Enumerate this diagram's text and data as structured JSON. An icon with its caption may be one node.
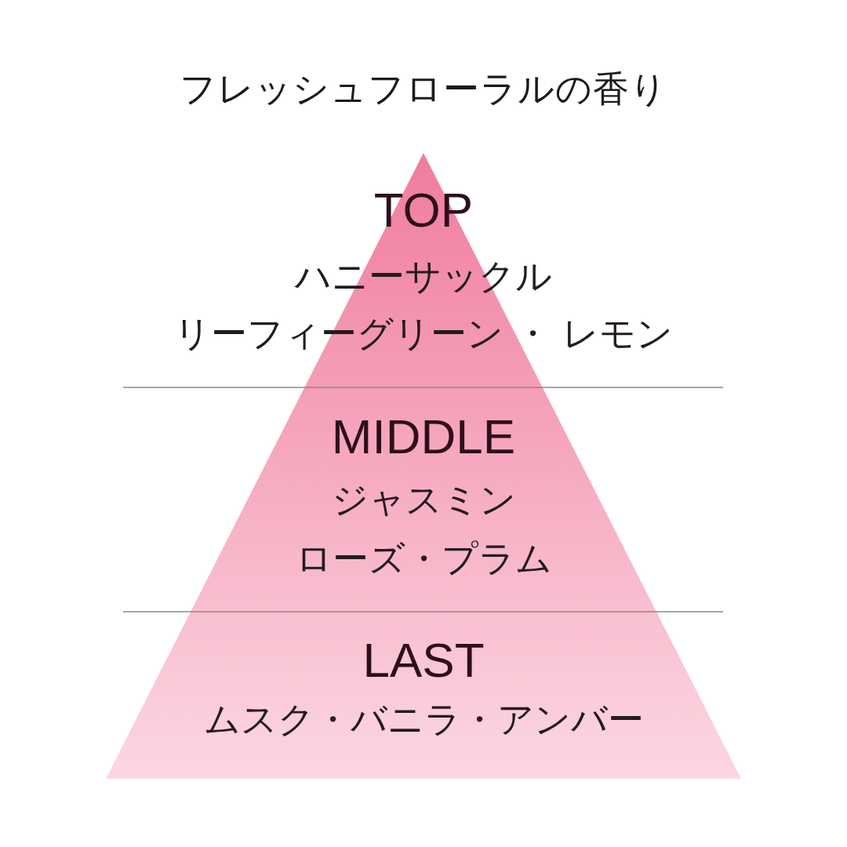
{
  "diagram": {
    "title": "フレッシュフローラルの香り",
    "nodes": [
      {
        "text": [
          "TOP",
          "ハニーサックル",
          "リーフィーグリーン ・ レモン"
        ]
      },
      {
        "text": [
          "MIDDLE",
          "ジャスミン",
          "ローズ・プラム"
        ]
      },
      {
        "text": [
          "LAST",
          "ムスク・バニラ・アンバー"
        ]
      }
    ]
  }
}
